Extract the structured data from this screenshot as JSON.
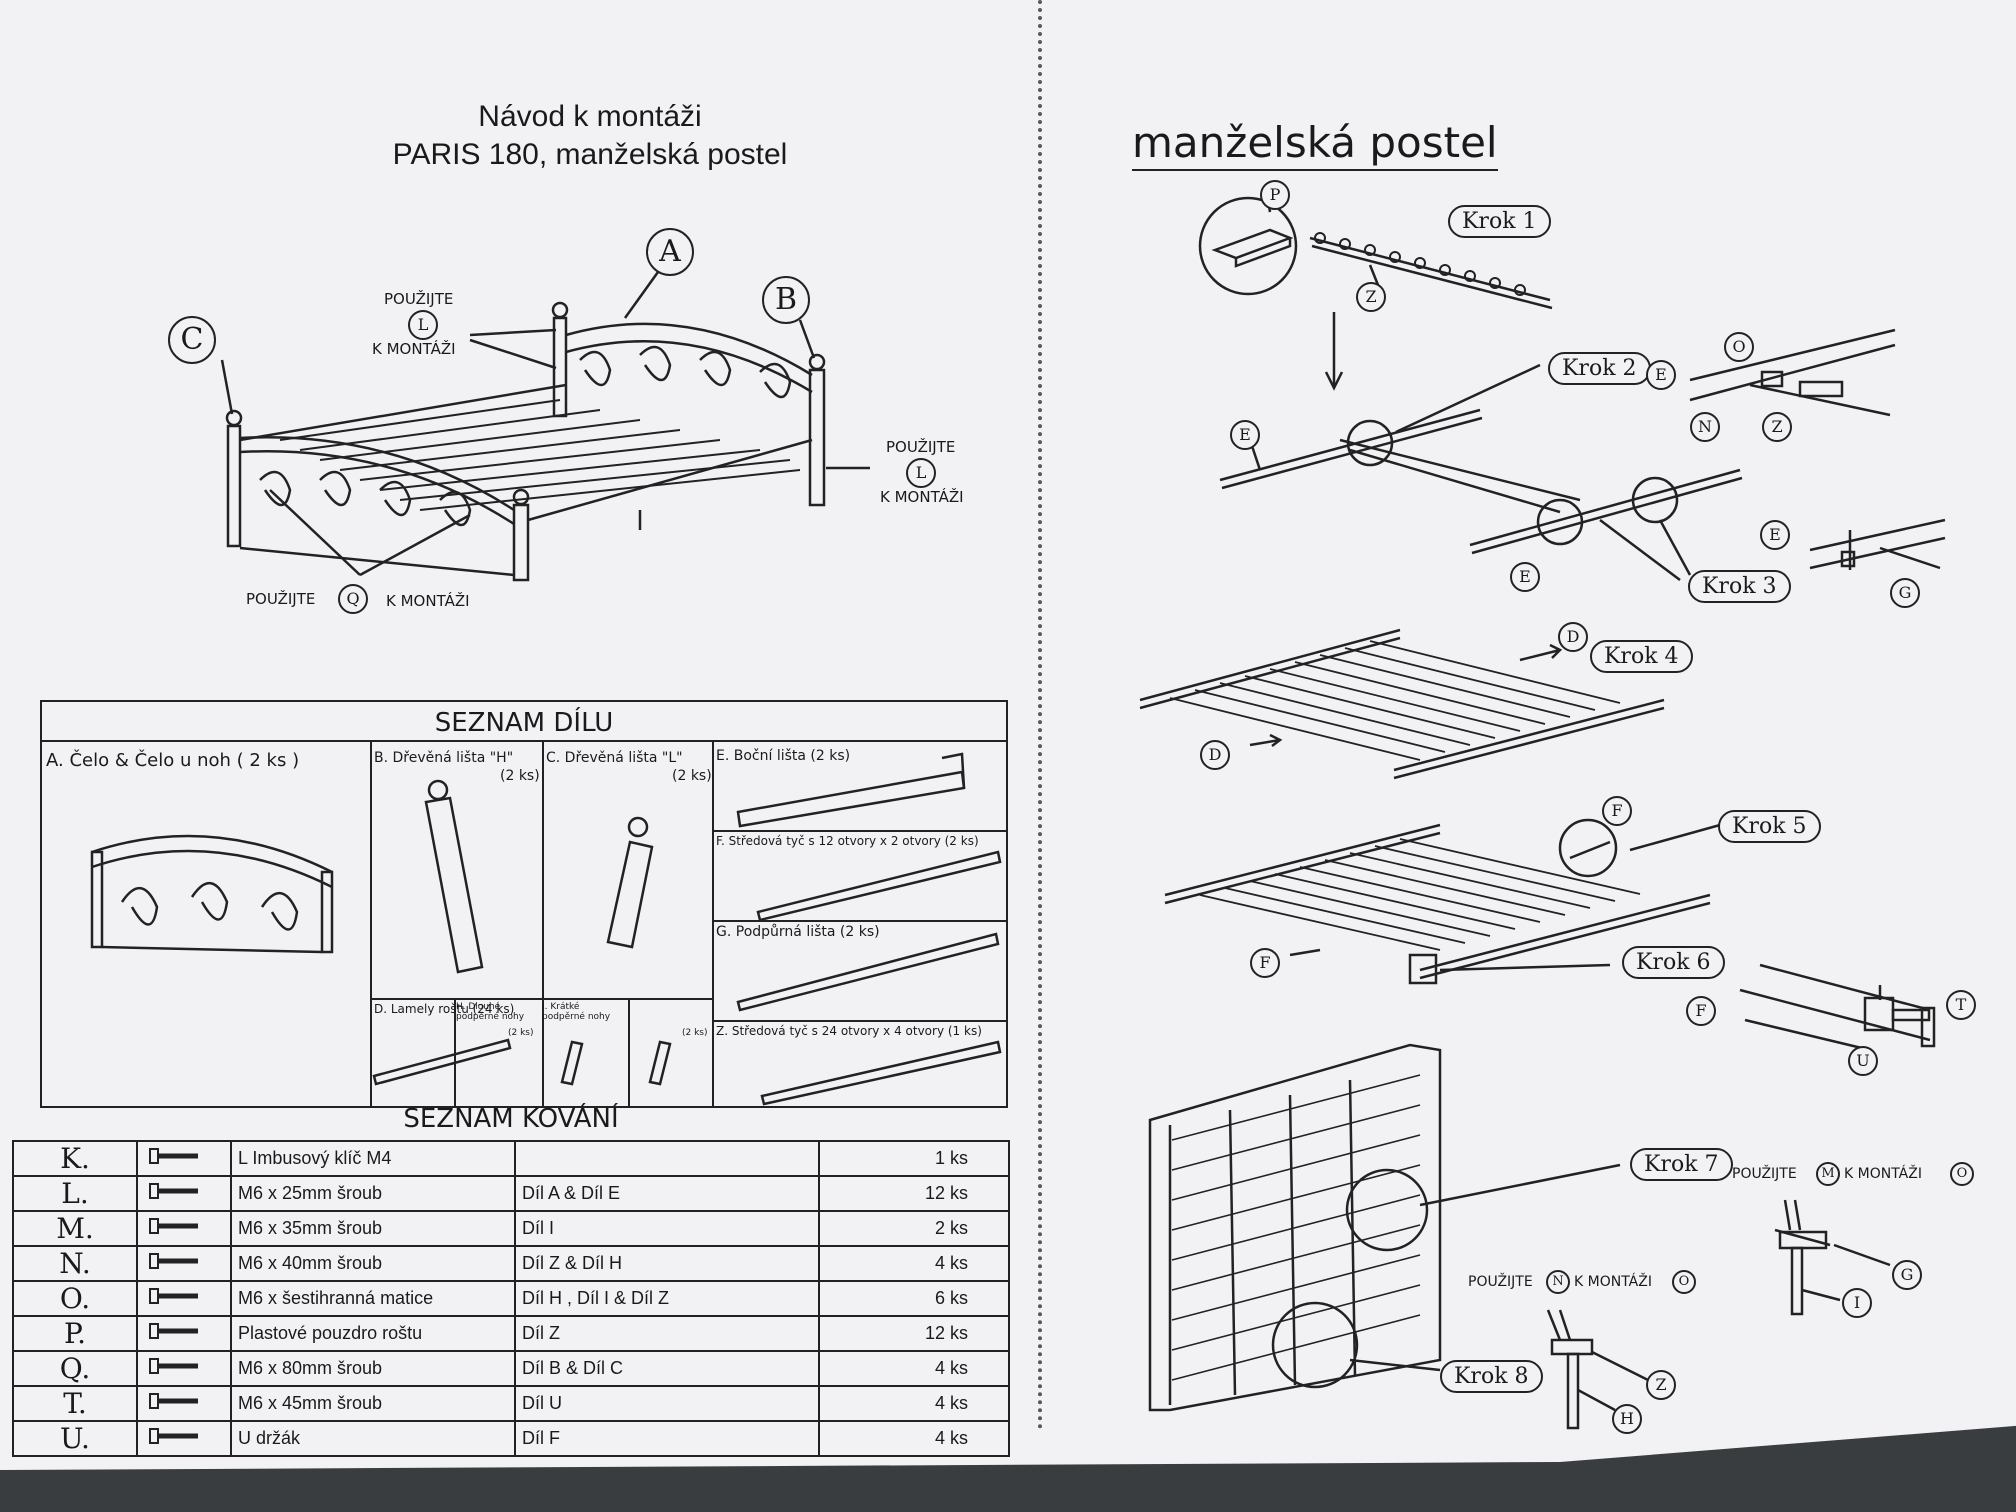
{
  "left": {
    "title_line1": "Návod k montáži",
    "title_line2": "PARIS 180, manželská postel",
    "callouts": {
      "A": "A",
      "B": "B",
      "C": "C",
      "use_l_top_1": "POUŽIJTE",
      "use_l_top_letter": "L",
      "use_l_top_2": "K MONTÁŽI",
      "use_l_right_1": "POUŽIJTE",
      "use_l_right_letter": "L",
      "use_l_right_2": "K MONTÁŽI",
      "use_q_1": "POUŽIJTE",
      "use_q_letter": "Q",
      "use_q_2": "K MONTÁŽI"
    },
    "parts_header": "SEZNAM DÍLU",
    "parts": {
      "A": "A. Čelo & Čelo u noh  ( 2 ks )",
      "B": "B. Dřevěná lišta \"H\"",
      "B_qty": "(2 ks)",
      "C": "C. Dřevěná lišta \"L\"",
      "C_qty": "(2 ks)",
      "E": "E. Boční lišta (2 ks)",
      "F": "F. Středová tyč s 12 otvory x 2 otvory (2 ks)",
      "G": "G. Podpůrná lišta  (2 ks)",
      "D": "D. Lamely roštu  (24 ks)",
      "H": "H. Dlouhé podpěrné nohy",
      "H_qty": "(2 ks)",
      "I": "I. Krátké podpěrné nohy",
      "I_qty": "(2 ks)",
      "Z": "Z. Středová tyč s 24 otvory x 4 otvory (1 ks)"
    },
    "hardware_header": "SEZNAM KOVÁNÍ",
    "hardware": [
      {
        "code": "K.",
        "desc": "L Imbusový klíč M4",
        "part": "",
        "qty": "1 ks"
      },
      {
        "code": "L.",
        "desc": "M6 x 25mm šroub",
        "part": "Díl A & Díl E",
        "qty": "12 ks"
      },
      {
        "code": "M.",
        "desc": "M6 x 35mm šroub",
        "part": "Díl I",
        "qty": "2 ks"
      },
      {
        "code": "N.",
        "desc": "M6 x 40mm šroub",
        "part": "Díl Z & Díl H",
        "qty": "4 ks"
      },
      {
        "code": "O.",
        "desc": "M6 x šestihranná matice",
        "part": "Díl H , Díl I & Díl Z",
        "qty": "6 ks"
      },
      {
        "code": "P.",
        "desc": "Plastové pouzdro roštu",
        "part": "Díl Z",
        "qty": "12 ks"
      },
      {
        "code": "Q.",
        "desc": "M6 x 80mm šroub",
        "part": "Díl B & Díl C",
        "qty": "4 ks"
      },
      {
        "code": "T.",
        "desc": "M6 x 45mm šroub",
        "part": "Díl U",
        "qty": "4 ks"
      },
      {
        "code": "U.",
        "desc": "U držák",
        "part": "Díl F",
        "qty": "4 ks"
      }
    ]
  },
  "right": {
    "title": "manželská postel",
    "steps": [
      "Krok 1",
      "Krok 2",
      "Krok 3",
      "Krok 4",
      "Krok 5",
      "Krok 6",
      "Krok 7",
      "Krok 8"
    ],
    "letters": {
      "P": "P",
      "Z": "Z",
      "E": "E",
      "O": "O",
      "N": "N",
      "G": "G",
      "D": "D",
      "F": "F",
      "T": "T",
      "U": "U",
      "H": "H",
      "I": "I",
      "M": "M"
    },
    "use_m_1": "POUŽIJTE",
    "use_m_2": "K MONTÁŽI",
    "use_n_1": "POUŽIJTE",
    "use_n_2": "K MONTÁŽI"
  }
}
